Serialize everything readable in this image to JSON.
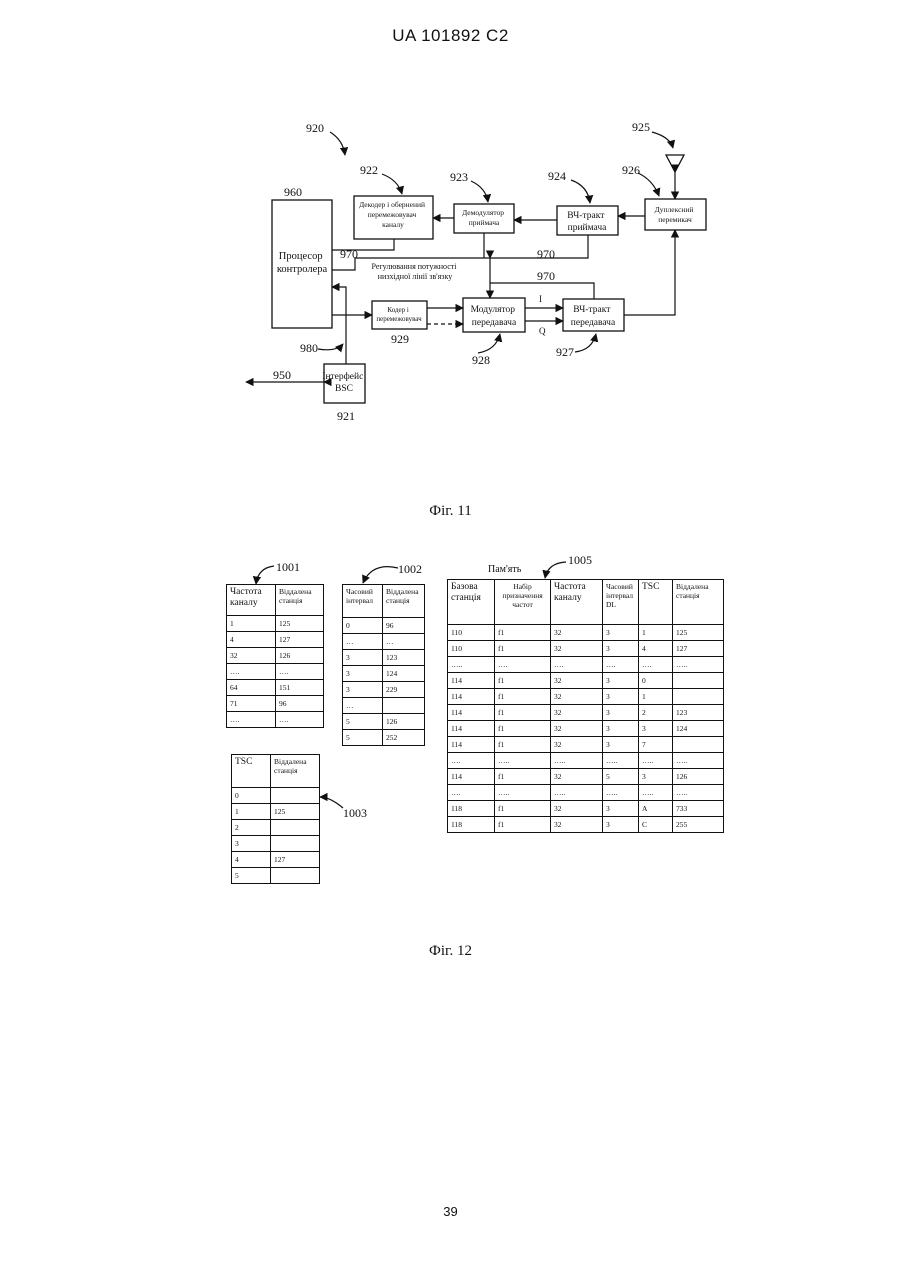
{
  "header": "UA  101892  C2",
  "page_number": "39",
  "fig11": {
    "caption": "Фіг. 11",
    "refs": {
      "r920": "920",
      "r925": "925",
      "r926": "926",
      "r922": "922",
      "r923": "923",
      "r924": "924",
      "r960": "960",
      "r970a": "970",
      "r970b": "970",
      "r970c": "970",
      "r929": "929",
      "r928": "928",
      "r927": "927",
      "r980": "980",
      "r950": "950",
      "r921": "921",
      "sig_i": "I",
      "sig_q": "Q"
    },
    "blocks": {
      "processor": [
        "Процесор",
        "контролера"
      ],
      "decoder": [
        "Декодер і обернений",
        "перемежовувач",
        "каналу"
      ],
      "demodulator": [
        "Демодулятор",
        "приймача"
      ],
      "rf_rx": [
        "ВЧ-тракт",
        "приймача"
      ],
      "duplexer": [
        "Дуплексний",
        "перемикач"
      ],
      "power_control": [
        "Регулювання потужності",
        "низхідної лінії зв'язку"
      ],
      "coder": [
        "Кодер і",
        "перемежовувач"
      ],
      "modulator": [
        "Модулятор",
        "передавача"
      ],
      "rf_tx": [
        "ВЧ-тракт",
        "передавача"
      ],
      "bsc": [
        "Інтерфейс",
        "BSC"
      ]
    }
  },
  "fig12": {
    "caption": "Фіг. 12",
    "memory_label": "Пам'ять",
    "t1001": {
      "ref": "1001",
      "headers": [
        "Частота каналу",
        "Віддалена станція"
      ],
      "rows": [
        [
          "1",
          "125"
        ],
        [
          "4",
          "127"
        ],
        [
          "32",
          "126"
        ],
        [
          "….",
          "…."
        ],
        [
          "64",
          "151"
        ],
        [
          "71",
          "96"
        ],
        [
          "….",
          "…."
        ]
      ]
    },
    "t1002": {
      "ref": "1002",
      "headers": [
        "Часовий інтервал",
        "Віддалена станція"
      ],
      "rows": [
        [
          "0",
          "96"
        ],
        [
          "…",
          "…"
        ],
        [
          "3",
          "123"
        ],
        [
          "3",
          "124"
        ],
        [
          "3",
          "229"
        ],
        [
          "…",
          ""
        ],
        [
          "5",
          "126"
        ],
        [
          "5",
          "252"
        ]
      ]
    },
    "t1003": {
      "ref": "1003",
      "headers": [
        "TSC",
        "Віддалена станція"
      ],
      "rows": [
        [
          "0",
          ""
        ],
        [
          "1",
          "125"
        ],
        [
          "2",
          ""
        ],
        [
          "3",
          ""
        ],
        [
          "4",
          "127"
        ],
        [
          "5",
          ""
        ]
      ]
    },
    "t1005": {
      "ref": "1005",
      "headers": [
        "Базова станція",
        "Набір призначення частот",
        "Частота каналу",
        "Часовий інтервал DL",
        "TSC",
        "Віддалена станція"
      ],
      "rows": [
        [
          "110",
          "f1",
          "32",
          "3",
          "1",
          "125"
        ],
        [
          "110",
          "f1",
          "32",
          "3",
          "4",
          "127"
        ],
        [
          "…..",
          "….",
          "….",
          "….",
          "….",
          "….."
        ],
        [
          "114",
          "f1",
          "32",
          "3",
          "0",
          ""
        ],
        [
          "114",
          "f1",
          "32",
          "3",
          "1",
          ""
        ],
        [
          "114",
          "f1",
          "32",
          "3",
          "2",
          "123"
        ],
        [
          "114",
          "f1",
          "32",
          "3",
          "3",
          "124"
        ],
        [
          "114",
          "f1",
          "32",
          "3",
          "7",
          ""
        ],
        [
          "….",
          "…..",
          "…..",
          "…..",
          "…..",
          "….."
        ],
        [
          "114",
          "f1",
          "32",
          "5",
          "3",
          "126"
        ],
        [
          "….",
          "…..",
          "…..",
          "…..",
          "…..",
          "….."
        ],
        [
          "118",
          "f1",
          "32",
          "3",
          "A",
          "733"
        ],
        [
          "118",
          "f1",
          "32",
          "3",
          "C",
          "255"
        ]
      ]
    }
  }
}
